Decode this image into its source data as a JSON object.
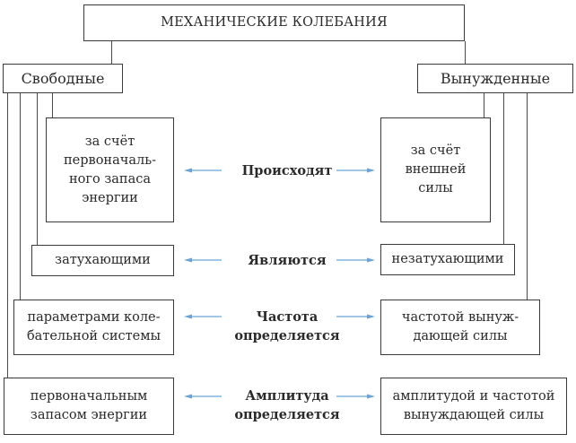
{
  "title": "МЕХАНИЧЕСКИЕ КОЛЕБАНИЯ",
  "categories": {
    "free": "Свободные",
    "forced": "Вынужденные"
  },
  "rows": [
    {
      "criterion": "Происходят",
      "free": "за счёт\nпервоначаль-\nного запаса\nэнергии",
      "forced": "за счёт\nвнешней\nсилы"
    },
    {
      "criterion": "Являются",
      "free": "затухающими",
      "forced": "незатухающими"
    },
    {
      "criterion": "Частота\nопределяется",
      "free": "параметрами коле-\nбательной системы",
      "forced": "частотой вынуж-\nдающей силы"
    },
    {
      "criterion": "Амплитуда\nопределяется",
      "free": "первоначальным\nзапасом энергии",
      "forced": "амплитудой и частотой\nвынуждающей силы"
    }
  ],
  "colors": {
    "arrow": "#6aa3d5",
    "border": "#3a3a3a"
  }
}
